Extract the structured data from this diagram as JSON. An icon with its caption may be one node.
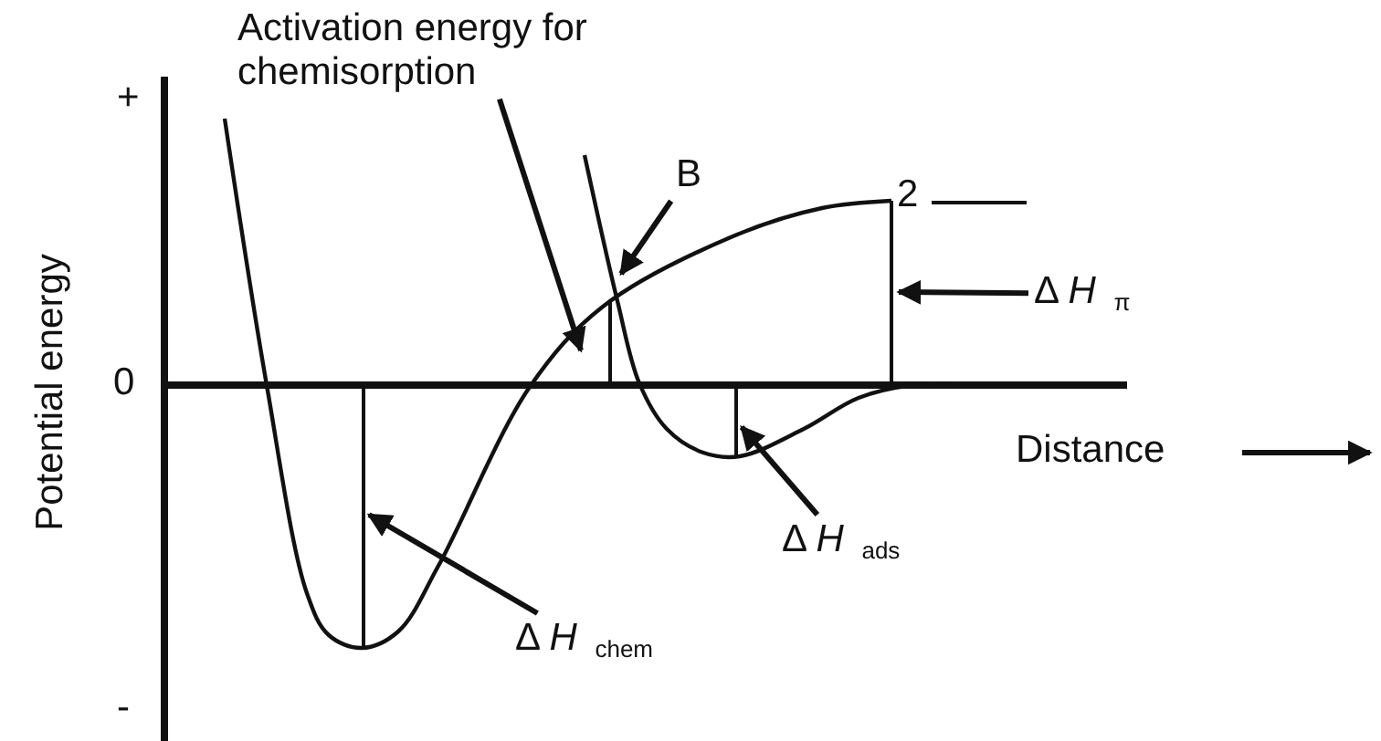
{
  "diagram": {
    "nodes": [
      {
        "text": [
          "Activation energy for chemisorption"
        ]
      },
      {
        "text": [
          "B"
        ]
      },
      {
        "text": [
          "Δ *H* $_{π}$"
        ]
      },
      {
        "text": [
          "Δ *H* $_{ads}$"
        ]
      },
      {
        "text": [
          "Δ *H* $_{chem}$"
        ]
      }
    ],
    "edges": [
      {
        "from": 0,
        "to": null,
        "arrow": "to"
      },
      {
        "from": 1,
        "to": null,
        "arrow": "to"
      },
      {
        "from": 2,
        "to": null,
        "arrow": "to"
      },
      {
        "from": 3,
        "to": null,
        "arrow": "to"
      },
      {
        "from": 4,
        "to": null,
        "arrow": "to"
      }
    ],
    "labels": [
      "+",
      "0",
      "-",
      "Potential energy",
      "2",
      "Distance"
    ]
  }
}
